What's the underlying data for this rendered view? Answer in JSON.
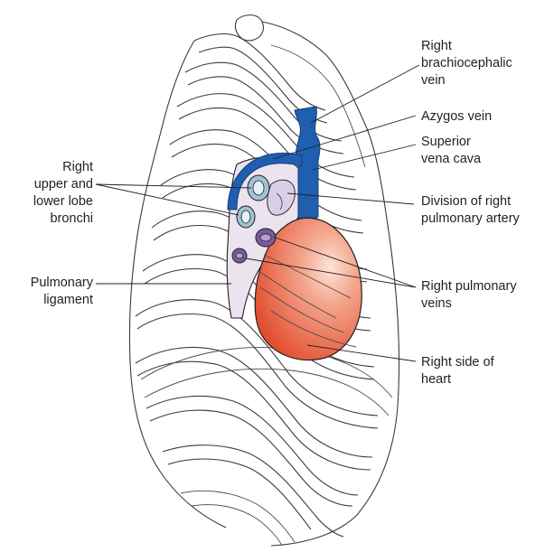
{
  "labels": {
    "brachiocephalic_1": "Right",
    "brachiocephalic_2": "brachiocephalic",
    "brachiocephalic_3": "vein",
    "azygos": "Azygos vein",
    "svc_1": "Superior",
    "svc_2": "vena cava",
    "pa_1": "Division of right",
    "pa_2": "pulmonary artery",
    "veins_1": "Right pulmonary",
    "veins_2": "veins",
    "heart_1": "Right side of",
    "heart_2": "heart",
    "bronchi_1": "Right",
    "bronchi_2": "upper and",
    "bronchi_3": "lower lobe",
    "bronchi_4": "bronchi",
    "ligament_1": "Pulmonary",
    "ligament_2": "ligament"
  },
  "colors": {
    "vein_blue": "#1f5fb0",
    "heart_red": "#e8593a",
    "heart_highlight": "#f8c3b2",
    "hilum_fill": "#ebe3ee",
    "bronchus_fill": "#9fc2d6",
    "pulm_vein_fill": "#7a5a9e",
    "artery_fill": "#d9cfe6",
    "line": "#231f20"
  }
}
